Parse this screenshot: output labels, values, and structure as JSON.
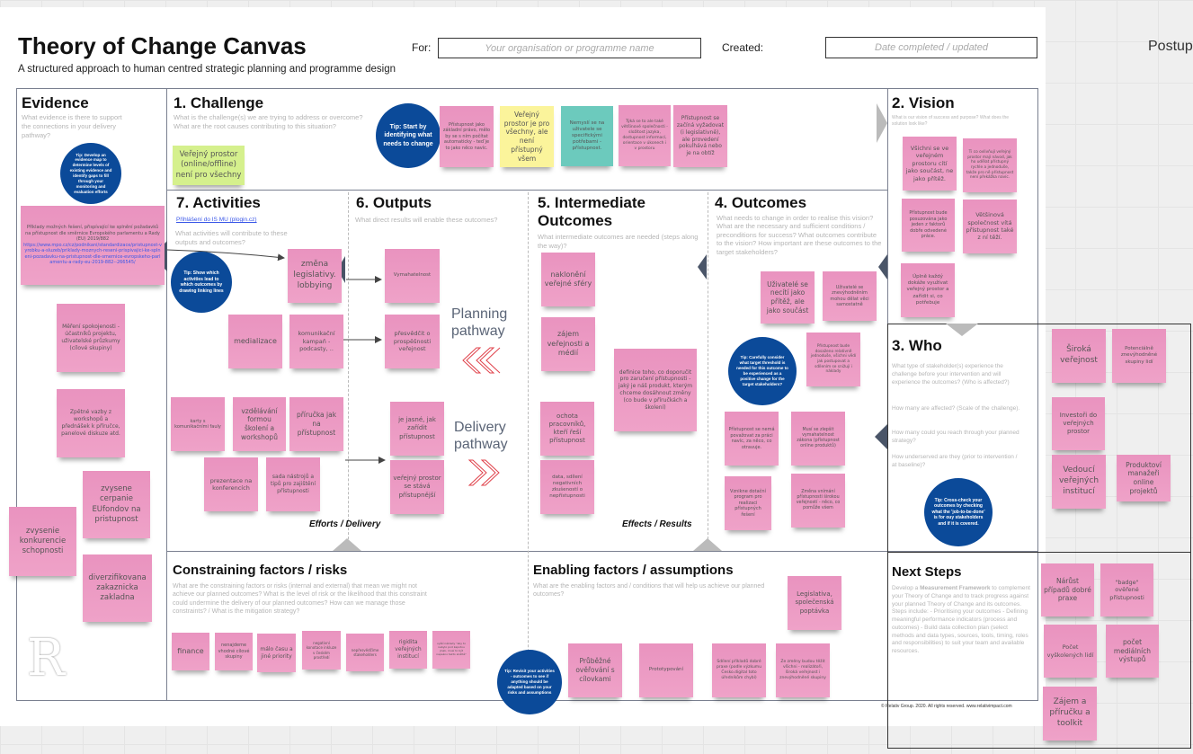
{
  "header": {
    "title": "Theory of Change Canvas",
    "subtitle": "A structured approach to human centred strategic planning and programme design",
    "for_label": "For:",
    "for_placeholder": "Your organisation or programme name",
    "created_label": "Created:",
    "created_placeholder": "Date completed / updated",
    "side_label": "Postup"
  },
  "evidence": {
    "title": "Evidence",
    "question": "What evidence is there to support the connections in your delivery pathway?",
    "tip": "Tip: Develop an evidence map to determine levels of existing evidence and identify gaps to fill through your monitoring and evaluation efforts",
    "link_note_text": "Příklady možných řešení, přispívající ke splnění požadavků na přístupnost dle směrnice Evropského parlamentu a Rady (EU) 2019/882",
    "link_note_url": "https://www.mpo.cz/cz/podnikani/standardizace/pristupnost-vyrobku-a-sluzeb/priklady-moznych-reseni-prispivajici-ke-splneni-pozadavku-na-pristupnost-dle-smernice-evropskeho-parlamentu-a-rady-eu-2019-882--266545/",
    "notes": [
      "Měření spokojenosti - účastníků projektu, uživatelské průzkumy (cílové skupiny)",
      "Zpětné vazby z workshopů a přednášek k příručce, panelové diskuze atd.",
      "zvysene cerpanie EUfondov na pristupnost",
      "zvysenie konkurencie schopnosti",
      "diverzifikovana zakaznicka zakladna"
    ],
    "logo": "R"
  },
  "challenge": {
    "title": "1. Challenge",
    "question": "What is the challenge(s) we are trying to address or overcome? What are the root causes contributing to this situation?",
    "tip": "Tip: Start by identifying what needs to change",
    "notes": [
      "Veřejný prostor (online/offline) není pro všechny",
      "Přístupnost jako základní právo, mělo by se s ním počítat automaticky - teď je to jako něco navíc.",
      "Veřejný prostor je pro všechny, ale není přístupný všem",
      "Nemyslí se na uživatele se specifickými potřebami - přístupnost.",
      "Týká se to ale také většinové společnosti - složitost jazyka, dostupnost informací, orientace v úkonech i v prostoru",
      "Přístupnost se začíná vyžadovat (i legislativně), ale provedení pokulhává nebo je na obtíž"
    ]
  },
  "vision": {
    "title": "2. Vision",
    "question": "What is our vision of success and purpose? What does the solution look like?",
    "notes": [
      "Všichni se ve veřejném prostoru cítí jako součást, ne jako přítěž.",
      "Ti co ovlivňují veřejný prostor mají návod, jak ho udělat přístupný rychle a jednoduše, takže pro ně přístupnost není překážka navíc.",
      "Přístupnost bude posuzována jako jeden z faktorů dobře odvedené práce.",
      "Většinová společnost vítá přístupnost také z ní těží.",
      "Úplně každý dokáže využívat veřejný prostor a zařídit si, co potřebuje"
    ]
  },
  "activities": {
    "title": "7. Activities",
    "question": "What activities will contribute to these outputs and outcomes?",
    "link": "Přihlášení do IS MU (plogin.cz)",
    "tip": "Tip: Show which activities lead to which outcomes by drawing linking lines",
    "notes": [
      "změna legislativy. lobbying",
      "medializace",
      "komunikační kampaň - podcasty, ..",
      "karty s komunikačními fauly",
      "vzdělávání formou školení a workshopů",
      "příručka jak na přístupnost",
      "prezentace na konferencích",
      "sada nástrojů a tipů pro zajištění přístupnosti"
    ],
    "footer": "Efforts / Delivery"
  },
  "outputs": {
    "title": "6. Outputs",
    "question": "What direct results will enable these outcomes?",
    "notes": [
      "Vymahatelnost",
      "přesvědčit o prospěšnosti veřejnost",
      "je jasné, jak zařídit přístupnost",
      "veřejný prostor se stává přístupnější"
    ]
  },
  "pathways": {
    "planning": "Planning pathway",
    "delivery": "Delivery pathway"
  },
  "intermediate": {
    "title": "5. Intermediate Outcomes",
    "question": "What intermediate outcomes are needed (steps along the way)?",
    "notes": [
      "naklonění veřejné sféry",
      "zájem veřejnosti a médií",
      "definice toho, co doporučit pro zaručení přístupnosti - jaký je náš produkt, kterým chceme dosáhnout změny (co bude v příručkách a školení)",
      "ochota pracovníků, kteří řeší přístupnost",
      "data, sdílení negativních zkušeností o nepřístupnosti"
    ]
  },
  "outcomes": {
    "title": "4. Outcomes",
    "questions": [
      "What needs to change in order to realise this vision?",
      "What are the necessary and sufficient conditions / preconditions for success?",
      "What outcomes contribute to the vision?",
      "How important are these outcomes to the target stakeholders?"
    ],
    "tip": "Tip: Carefully consider what target threshold is needed for this outcome to be experienced as a positive change for the target stakeholders?",
    "notes": [
      "Uživatelé se necítí jako přítěž, ale jako součást",
      "Uživatelé se znevýhodněním mohou dělat věci samostatně",
      "Přístupnost bude dosaženo relativně jednoduše, všichni vědí jak postupovat a sdílením se snižují i náklady",
      "Přístupnost se nemá považovat za práci navíc, za něco, co otravuje.",
      "Musí se zlepšit vymahatelnost zákona (přístupnost online produktů)",
      "Vznikne dotační program pro realizaci přístupných řešení",
      "Změna vnímání přístupnosti širokou veřejností - něco, co pomůže všem"
    ],
    "footer": "Effects / Results"
  },
  "who": {
    "title": "3. Who",
    "questions": [
      "What type of stakeholder(s) experience the challenge before your intervention and will experience the outcomes? (Who is affected?)",
      "How many are affected? (Scale of the challenge).",
      "How many could you reach through your planned strategy?",
      "How underserved are they (prior to intervention / at baseline)?"
    ],
    "tip": "Tip: Cross-check your outcomes by checking what the 'job-to-be-done' is for ouy stakeholders and if it is covered.",
    "notes": [
      "Široká veřejnost",
      "Potenciálně znevýhodněné skupiny lidí",
      "Investoři do veřejných prostor",
      "Vedoucí veřejných institucí",
      "Produktoví manažeři online projektů"
    ]
  },
  "constraints": {
    "title": "Constraining factors / risks",
    "question": "What are the constraining factors or risks (internal and external) that mean we might not achieve our planned outcomes? What is the level of risk or the likelihood that this constraint could undermine the delivery of our planned outcomes? How can we manage those constraints? / What is the mitigation strategy?",
    "tip": "Tip: Revisit your activities - outcomes to see if anything should be adapted based on your risks and assumptions",
    "notes": [
      "finance",
      "nenajdeme vhodné cílové skupiny",
      "málo času a jiné priority",
      "negativní konotace inkluze v českém prostředí",
      "nepřesvědčíme stakeholders",
      "rigidita veřejných institucí",
      "vyšší náklady \"aby to nebylo pod kapotou jinak, musí to být napsáno takto složitě\""
    ]
  },
  "enabling": {
    "title": "Enabling factors / assumptions",
    "question": "What are the enabling factors and / conditions that will help us achieve our planned outcomes?",
    "notes": [
      "Legislativa, společenská poptávka",
      "Průběžné ověřování s cílovkami",
      "Prototypování",
      "Sdílení příkladů dobré praxe (podle výzkumu Česko.digital toto úředníkům chybí)",
      "Ze změny budou těžit všichni - realizátoři, široká veřejnost i znevýhodněné skupiny"
    ]
  },
  "next_steps": {
    "title": "Next Steps",
    "intro": "Develop a ",
    "bold": "Measurement Framework",
    "rest": " to complement your Theory of Change and to track progress against your planned Theory of Change and its outcomes. Steps include: - Prioritising your outcomes - Defining meaningful performance indicators (process and outcomes) - Build data collection plan (select methods and data types, sources, tools, timing, roles and responsibilities) to suit your team and available resources.",
    "notes": [
      "Nárůst případů dobré praxe",
      "\"badge\" ověřené přístupnosti",
      "Počet vyškolených lidí",
      "počet mediálních výstupů",
      "Zájem a příručku a toolkit"
    ]
  },
  "footer": "© Relativ Group. 2020. All rights reserved. www.relativimpact.com",
  "colors": {
    "note_pink": "#ee9cc4",
    "note_green": "#d5f08d",
    "note_yellow": "#fbf49b",
    "note_teal": "#6ccabd",
    "tip_blue": "#0b4a99",
    "chevron_red": "#e0414a"
  }
}
